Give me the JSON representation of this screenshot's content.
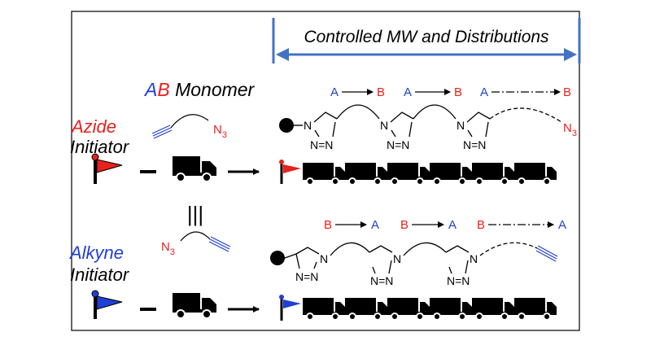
{
  "header": {
    "text": "Controlled MW and Distributions"
  },
  "monomer": {
    "a": "A",
    "b": "B",
    "suffix": " Monomer"
  },
  "azide_initiator": {
    "line1": "Azide",
    "line2": "Initiator"
  },
  "alkyne_initiator": {
    "line1": "Alkyne",
    "line2": "Initiator"
  },
  "equivalence": "|||",
  "azide_chain": {
    "seq": [
      "A",
      "B",
      "A",
      "B",
      "A",
      "B"
    ]
  },
  "alkyne_chain": {
    "seq": [
      "B",
      "A",
      "B",
      "A",
      "B",
      "A"
    ]
  },
  "labels": {
    "n": "N",
    "n3": "N",
    "three": "3",
    "nn": "N=N"
  },
  "colors": {
    "frame": "#000000",
    "arrow_blue": "#4472c4",
    "red": "#e8211d",
    "blue": "#1f3fd6",
    "black": "#000000"
  }
}
